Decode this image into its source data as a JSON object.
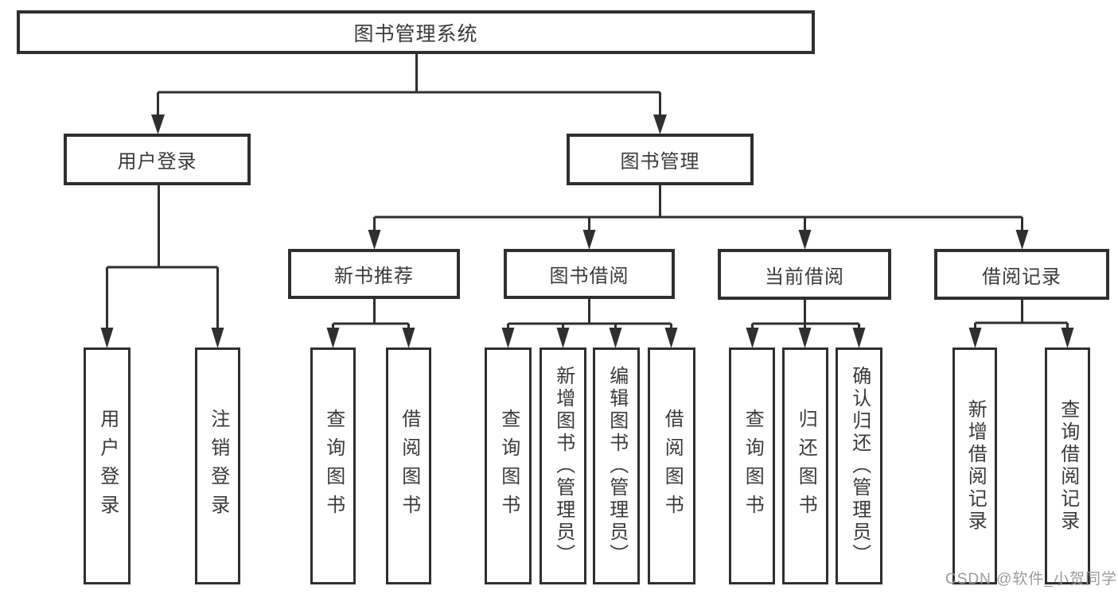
{
  "colors": {
    "line": "#2f2f2f",
    "text": "#3a3a3a",
    "box_background": "#ffffff",
    "watermark": "#9b9b9b"
  },
  "diagram": {
    "root": {
      "label": "图书管理系统"
    },
    "level1": [
      {
        "label": "用户登录"
      },
      {
        "label": "图书管理"
      }
    ],
    "level2": [
      {
        "label": "新书推荐"
      },
      {
        "label": "图书借阅"
      },
      {
        "label": "当前借阅"
      },
      {
        "label": "借阅记录"
      }
    ],
    "level3": [
      {
        "label": "用户登录"
      },
      {
        "label": "注销登录"
      },
      {
        "label": "查询图书"
      },
      {
        "label": "借阅图书"
      },
      {
        "label": "查询图书"
      },
      {
        "label": "新增图书（管理员）"
      },
      {
        "label": "编辑图书（管理员）"
      },
      {
        "label": "借阅图书"
      },
      {
        "label": "查询图书"
      },
      {
        "label": "归还图书"
      },
      {
        "label": "确认归还（管理员）"
      },
      {
        "label": "新增借阅记录"
      },
      {
        "label": "查询借阅记录"
      }
    ],
    "watermark": "CSDN @软件_小贺同学"
  }
}
